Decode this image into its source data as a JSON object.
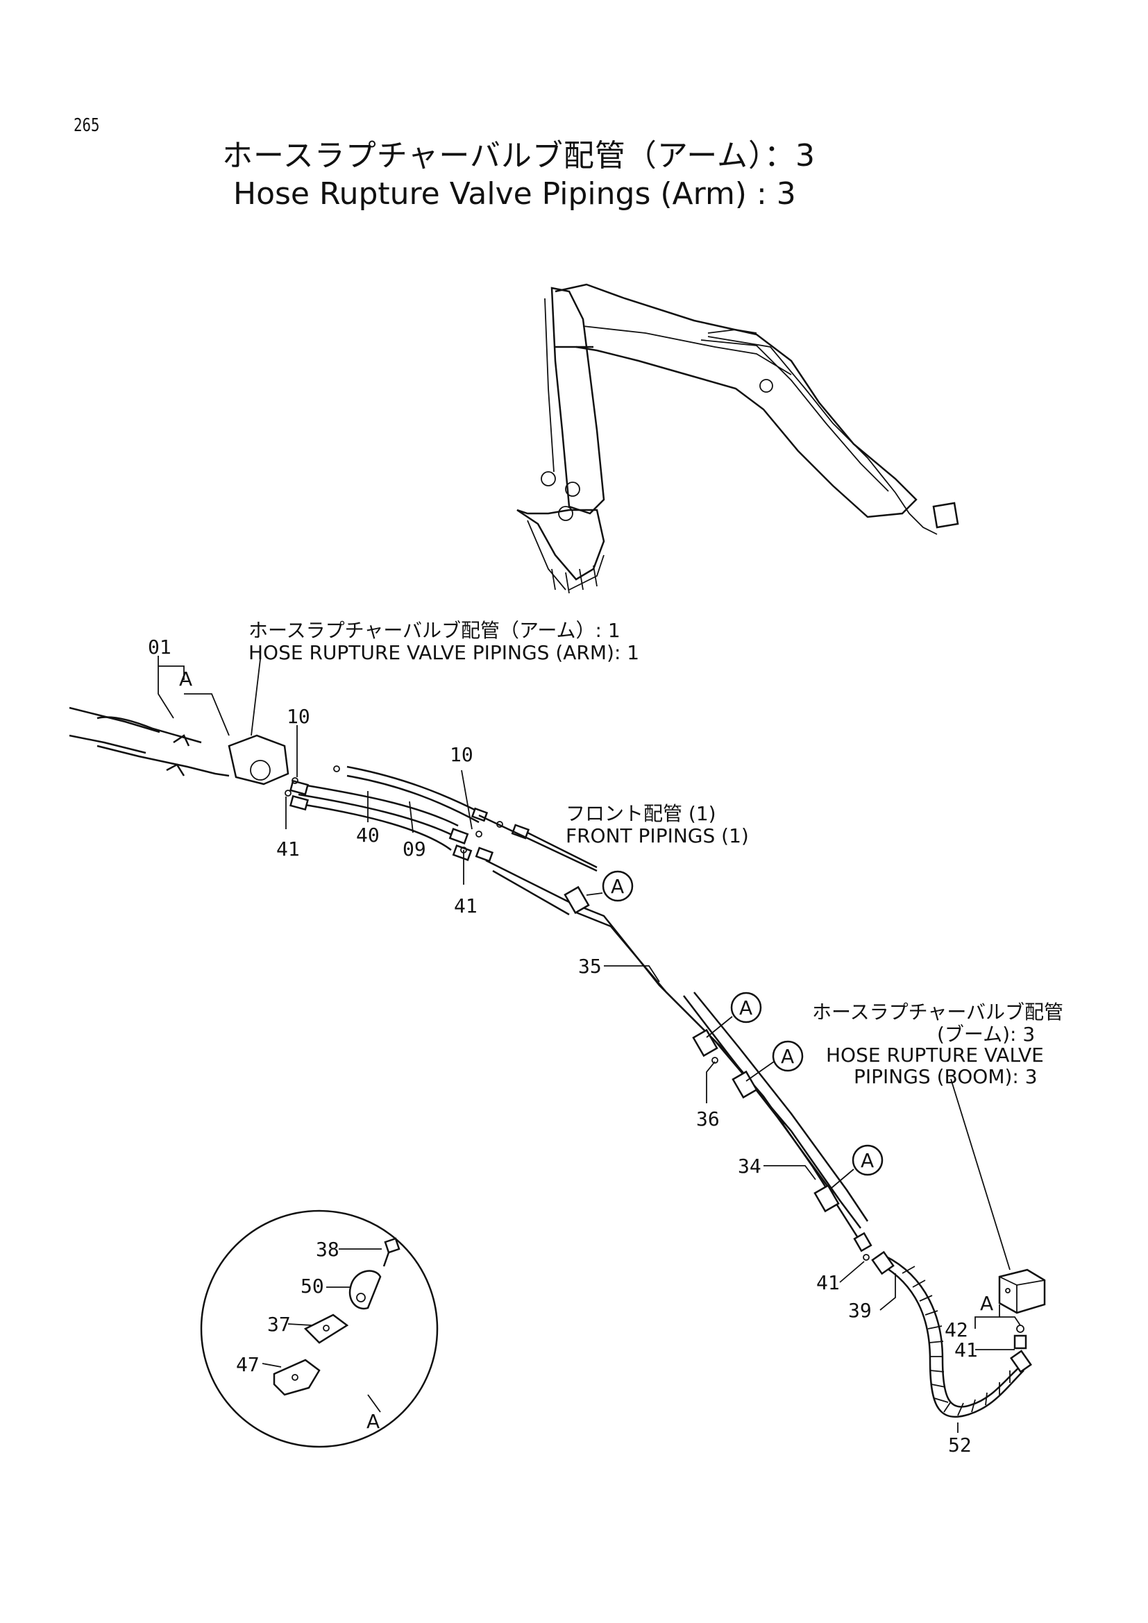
{
  "page": {
    "number": "265",
    "title_jp": "ホースラプチャーバルブ配管（アーム）：3",
    "title_en": "Hose Rupture Valve Pipings (Arm) : 3"
  },
  "references": {
    "arm1_jp": "ホースラプチャーバルブ配管（アーム）: 1",
    "arm1_en": "HOSE RUPTURE VALVE PIPINGS (ARM): 1",
    "front_jp": "フロント配管 (1)",
    "front_en": "FRONT PIPINGS (1)",
    "boom3_jp1": "ホースラプチャーバルブ配管",
    "boom3_jp2": "(ブーム): 3",
    "boom3_en1": "HOSE RUPTURE VALVE",
    "boom3_en2": "PIPINGS (BOOM): 3"
  },
  "callouts": {
    "p01": "01",
    "p10a": "10",
    "p10b": "10",
    "p41a": "41",
    "p40": "40",
    "p09": "09",
    "p41b": "41",
    "p35": "35",
    "p36": "36",
    "p34": "34",
    "p41c": "41",
    "p39": "39",
    "p42": "42",
    "p41d": "41",
    "p52": "52",
    "p38": "38",
    "p50": "50",
    "p37": "37",
    "p47": "47"
  },
  "detail_markers": {
    "a_top": "A",
    "a1": "A",
    "a2": "A",
    "a3": "A",
    "a4": "A",
    "a_right": "A",
    "a_detail": "A"
  }
}
